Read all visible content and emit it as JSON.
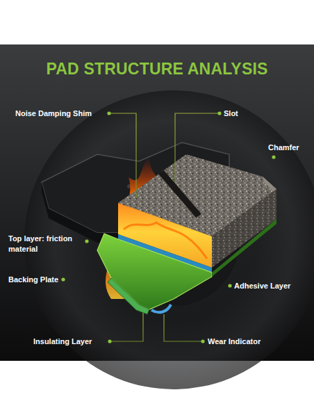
{
  "diagram": {
    "title": "PAD STRUCTURE ANALYSIS",
    "labels": [
      "Noise Damping Shim",
      "Slot",
      "Chamfer",
      "Top layer: friction material",
      "Backing Plate",
      "Adhesive Layer",
      "Insulating Layer",
      "Wear Indicator"
    ]
  }
}
